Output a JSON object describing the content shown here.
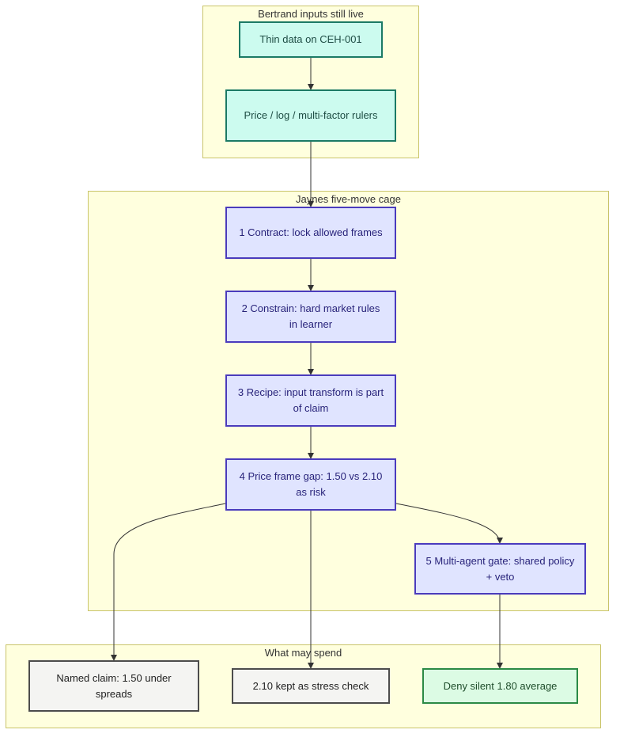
{
  "clusters": {
    "inputs": {
      "title": "Bertrand inputs still live"
    },
    "cage": {
      "title": "Jaynes five-move cage"
    },
    "spend": {
      "title": "What may spend"
    }
  },
  "nodes": {
    "thin_data": "Thin data on CEH-001",
    "rulers": "Price / log / multi-factor rulers",
    "contract": "1 Contract: lock allowed frames",
    "constrain": "2 Constrain: hard market rules in learner",
    "recipe": "3 Recipe: input transform is part of claim",
    "price_gap": "4 Price frame gap: 1.50 vs 2.10 as risk",
    "multi_agent": "5 Multi-agent gate: shared policy + veto",
    "named_claim": "Named claim: 1.50 under spreads",
    "stress_check": "2.10 kept as stress check",
    "deny": "Deny silent 1.80 average"
  },
  "colors": {
    "cluster_fill": "#ffffde",
    "cluster_border": "#c9c46a",
    "input_fill": "#ccfbef",
    "cage_fill": "#e0e4ff",
    "outcome_fill": "#f4f4f2",
    "deny_fill": "#dcfbe4",
    "edge": "#333333"
  }
}
